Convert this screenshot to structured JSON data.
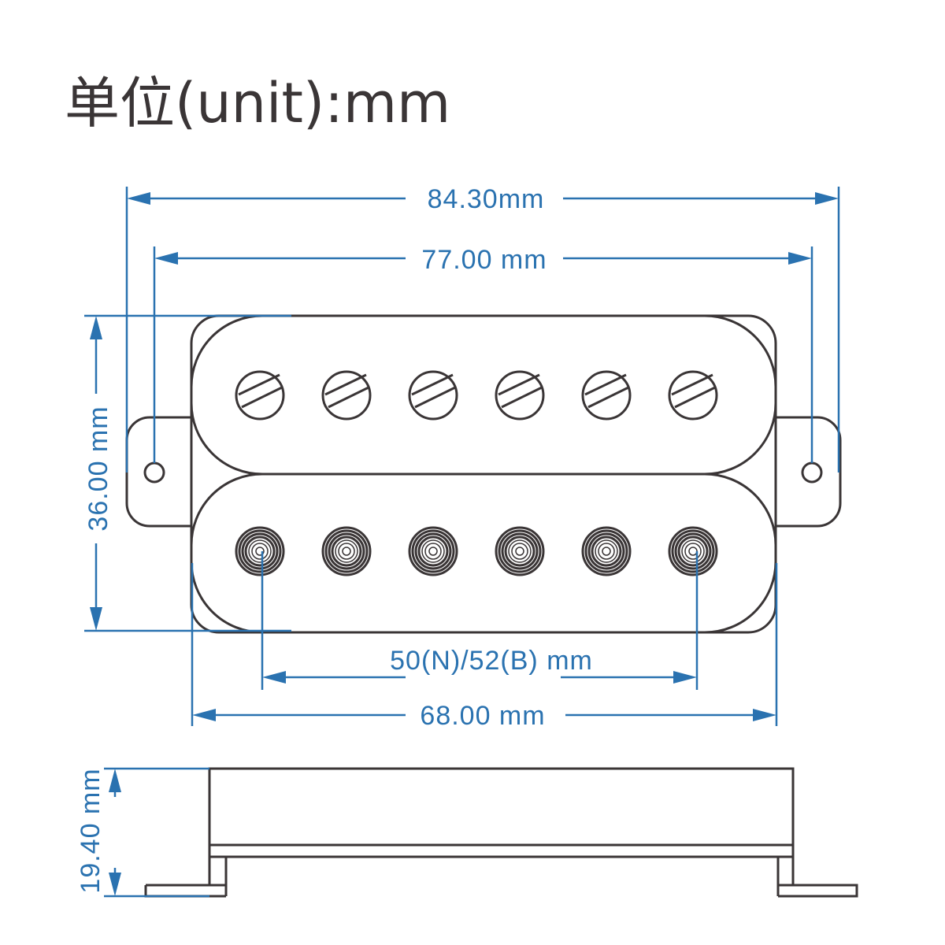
{
  "title": "单位(unit):mm",
  "dimensions": {
    "overall_width": "84.30mm",
    "mounting_width": "77.00 mm",
    "height": "36.00 mm",
    "pole_spacing": "50(N)/52(B) mm",
    "body_width": "68.00 mm",
    "depth": "19.40 mm"
  },
  "colors": {
    "dimension": "#2a72b0",
    "outline": "#3a3536"
  }
}
